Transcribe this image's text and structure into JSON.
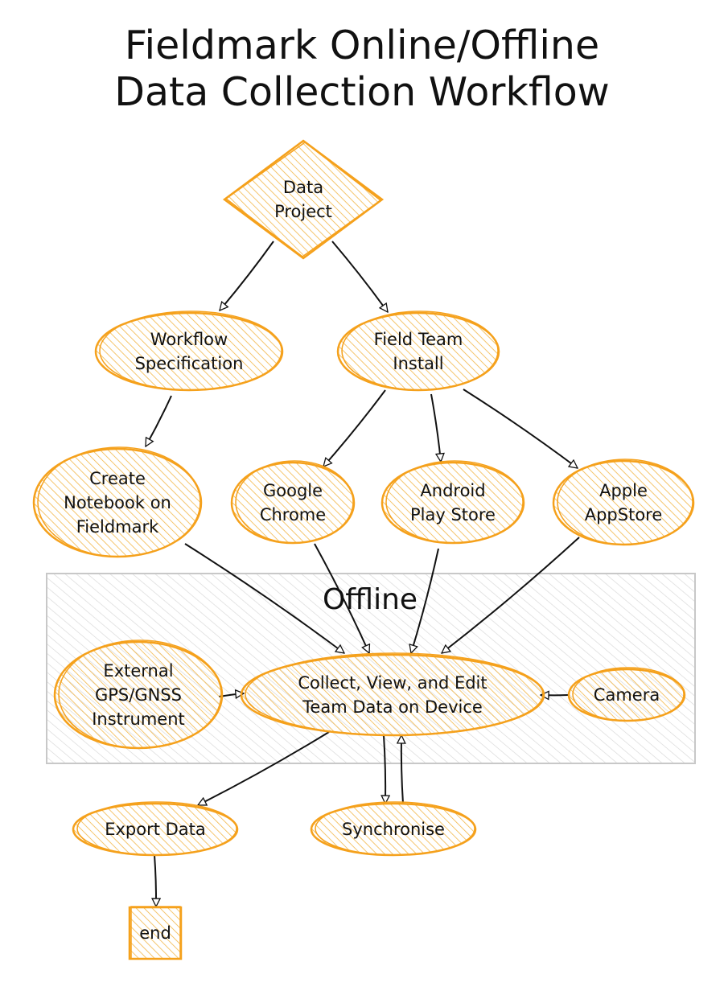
{
  "title": {
    "line1": "Fieldmark Online/Offline",
    "line2": "Data Collection Workflow"
  },
  "colors": {
    "node_fill": "#f5a623",
    "node_stroke": "#f5a11c",
    "hatch": "#f2b648",
    "region_fill": "#d9d9d9",
    "region_stroke": "#c8c8c8",
    "edge": "#111111"
  },
  "region": {
    "label": "Offline"
  },
  "nodes": {
    "data_project": {
      "shape": "diamond",
      "lines": [
        "Data",
        "Project"
      ]
    },
    "workflow_spec": {
      "shape": "ellipse",
      "lines": [
        "Workflow",
        "Specification"
      ]
    },
    "field_team": {
      "shape": "ellipse",
      "lines": [
        "Field Team",
        "Install"
      ]
    },
    "create_notebook": {
      "shape": "ellipse",
      "lines": [
        "Create",
        "Notebook on",
        "Fieldmark"
      ]
    },
    "chrome": {
      "shape": "ellipse",
      "lines": [
        "Google",
        "Chrome"
      ]
    },
    "android": {
      "shape": "ellipse",
      "lines": [
        "Android",
        "Play Store"
      ]
    },
    "apple": {
      "shape": "ellipse",
      "lines": [
        "Apple",
        "AppStore"
      ]
    },
    "gps": {
      "shape": "ellipse",
      "lines": [
        "External",
        "GPS/GNSS",
        "Instrument"
      ]
    },
    "collect": {
      "shape": "ellipse",
      "lines": [
        "Collect, View, and Edit",
        "Team Data on Device"
      ]
    },
    "camera": {
      "shape": "ellipse",
      "lines": [
        "Camera"
      ]
    },
    "export": {
      "shape": "ellipse",
      "lines": [
        "Export Data"
      ]
    },
    "sync": {
      "shape": "ellipse",
      "lines": [
        "Synchronise"
      ]
    },
    "end": {
      "shape": "square",
      "lines": [
        "end"
      ]
    }
  },
  "edges": [
    [
      "data_project",
      "workflow_spec"
    ],
    [
      "data_project",
      "field_team"
    ],
    [
      "workflow_spec",
      "create_notebook"
    ],
    [
      "field_team",
      "chrome"
    ],
    [
      "field_team",
      "android"
    ],
    [
      "field_team",
      "apple"
    ],
    [
      "create_notebook",
      "collect"
    ],
    [
      "chrome",
      "collect"
    ],
    [
      "android",
      "collect"
    ],
    [
      "apple",
      "collect"
    ],
    [
      "gps",
      "collect"
    ],
    [
      "camera",
      "collect"
    ],
    [
      "collect",
      "export"
    ],
    [
      "collect",
      "sync"
    ],
    [
      "sync",
      "collect"
    ],
    [
      "export",
      "end"
    ]
  ]
}
